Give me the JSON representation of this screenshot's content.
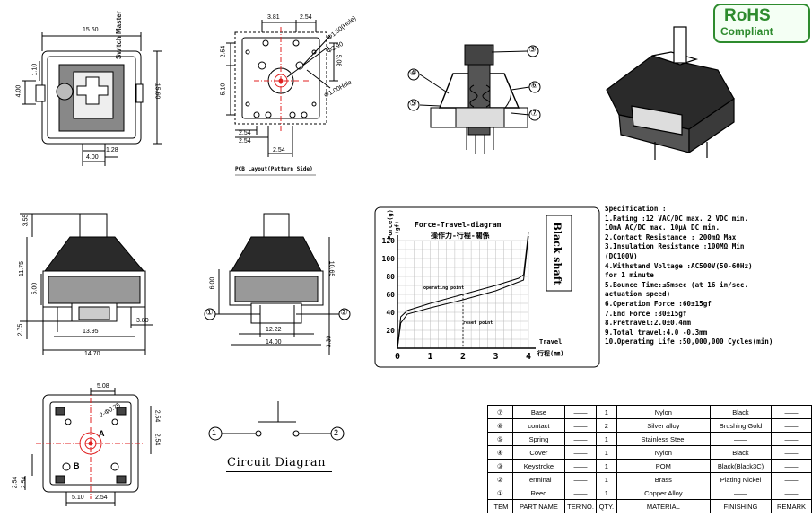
{
  "badge": {
    "line1": "RoHS",
    "line2": "Compliant"
  },
  "top_view": {
    "dims": {
      "width": "15.60",
      "height": "15.60",
      "left_offset": "4.00",
      "small_gap": "1.10",
      "bottom_a": "1.28",
      "bottom_b": "4.00"
    },
    "stem_text": "Switch Master"
  },
  "pcb_layout": {
    "caption": "PCB Layout(Pattern Side)",
    "dims": {
      "top_a": "3.81",
      "top_b": "2.54",
      "hole_big": "Φ1.50(Hole)",
      "hole_center": "Φ3.90",
      "hole_small": "Φ1.00Hole",
      "right_v": "5.08",
      "left_v1": "2.54",
      "left_v2": "5.10",
      "bottom_a": "2.54",
      "bottom_b": "2.54",
      "bottom_c": "2.54"
    }
  },
  "cross_section": {
    "callouts": [
      "③",
      "④",
      "⑥",
      "⑤",
      "⑦"
    ]
  },
  "front_view": {
    "dims": {
      "top": "3.55",
      "total_h": "11.75",
      "mid_h": "5.00",
      "bottom_h": "2.75",
      "inner_w": "13.95",
      "outer_w": "14.70",
      "pin_w": "3.80"
    }
  },
  "side_view": {
    "dims": {
      "left_h": "6.00",
      "right_h": "10.65",
      "inner_w": "12.22",
      "outer_w": "14.00",
      "pin_h": "3.30"
    },
    "callouts": [
      "①",
      "②"
    ]
  },
  "bottom_view": {
    "dims": {
      "top_w": "5.08",
      "hole": "2-Φ0.75",
      "right_v": "2.54",
      "right_v2": "2.54",
      "left_v1": "2.54",
      "left_v2": "2.54",
      "bottom_a": "5.10",
      "bottom_b": "2.54"
    },
    "letters": [
      "A",
      "B"
    ]
  },
  "force_chart": {
    "title": "Force-Travel-diagram",
    "subtitle": "操作力-行程-關係",
    "ylabel": "Force(g)",
    "ylabel_unit": "(gf)",
    "xlabel": "Travel",
    "xlabel_unit": "行程(㎜)",
    "side_label": "Black shaft",
    "annotation_operating": "operating point",
    "annotation_reset": "reset point",
    "y_ticks": [
      "120",
      "100",
      "80",
      "60",
      "40",
      "20"
    ],
    "x_ticks": [
      "0",
      "1",
      "2",
      "3",
      "4"
    ]
  },
  "chart_data": {
    "type": "line",
    "title": "Force-Travel-diagram",
    "xlabel": "Travel",
    "ylabel": "Force(g)",
    "xlim": [
      0,
      4
    ],
    "ylim": [
      0,
      130
    ],
    "series": [
      {
        "name": "press",
        "x": [
          0,
          0.1,
          0.3,
          1.0,
          2.0,
          3.0,
          3.7,
          3.85,
          4.0
        ],
        "y": [
          0,
          35,
          42,
          50,
          60,
          70,
          78,
          82,
          130
        ]
      },
      {
        "name": "release",
        "x": [
          4.0,
          3.85,
          3.0,
          2.0,
          1.0,
          0.3,
          0.1,
          0
        ],
        "y": [
          125,
          76,
          64,
          54,
          45,
          38,
          28,
          0
        ]
      }
    ]
  },
  "specification": {
    "title": "Specification :",
    "lines": [
      "1.Rating :12 VAC/DC max. 2 VDC min.",
      "  10mA AC/DC max. 10μA DC min.",
      "2.Contact Resistance : 200mΩ Max",
      "3.Insulation Resistance :100MΩ Min",
      "  (DC100V)",
      "4.Withstand Voltage :AC500V(50-60Hz)",
      "  for 1 minute",
      "5.Bounce Time:≤5msec (at 16 in/sec.",
      "  actuation speed)",
      "6.Operation Force :60±15gf",
      "7.End Force :80±15gf",
      "8.Pretravel:2.0±0.4mm",
      "9.Total travel:4.0 -0.3mm",
      "10.Operating Life :50,000,000 Cycles(min)"
    ]
  },
  "circuit": {
    "caption": "Circuit Diagran",
    "terminal_1": "1",
    "terminal_2": "2"
  },
  "parts_table": {
    "rows": [
      {
        "item": "⑦",
        "part": "Base",
        "ter": "——",
        "qty": "1",
        "material": "Nylon",
        "finishing": "Black",
        "remark": "——"
      },
      {
        "item": "⑥",
        "part": "contact",
        "ter": "——",
        "qty": "2",
        "material": "Silver alloy",
        "finishing": "Brushing Gold",
        "remark": "——"
      },
      {
        "item": "⑤",
        "part": "Spring",
        "ter": "——",
        "qty": "1",
        "material": "Stainless Steel",
        "finishing": "——",
        "remark": "——"
      },
      {
        "item": "④",
        "part": "Cover",
        "ter": "——",
        "qty": "1",
        "material": "Nylon",
        "finishing": "Black",
        "remark": "——"
      },
      {
        "item": "③",
        "part": "Keystroke",
        "ter": "——",
        "qty": "1",
        "material": "POM",
        "finishing": "Black(Black3C)",
        "remark": "——"
      },
      {
        "item": "②",
        "part": "Terminal",
        "ter": "——",
        "qty": "1",
        "material": "Brass",
        "finishing": "Plating Nickel",
        "remark": "——"
      },
      {
        "item": "①",
        "part": "Reed",
        "ter": "——",
        "qty": "1",
        "material": "Copper Alloy",
        "finishing": "——",
        "remark": "——"
      }
    ],
    "header": {
      "item": "ITEM",
      "part": "PART NAME",
      "ter": "TER'NO.",
      "qty": "QTY.",
      "material": "MATERIAL",
      "finishing": "FINISHING",
      "remark": "REMARK"
    }
  },
  "colors": {
    "line": "#000000",
    "center_mark": "#e02020",
    "rohs": "#2e8b2e",
    "body_dark": "#2a2a2a"
  }
}
